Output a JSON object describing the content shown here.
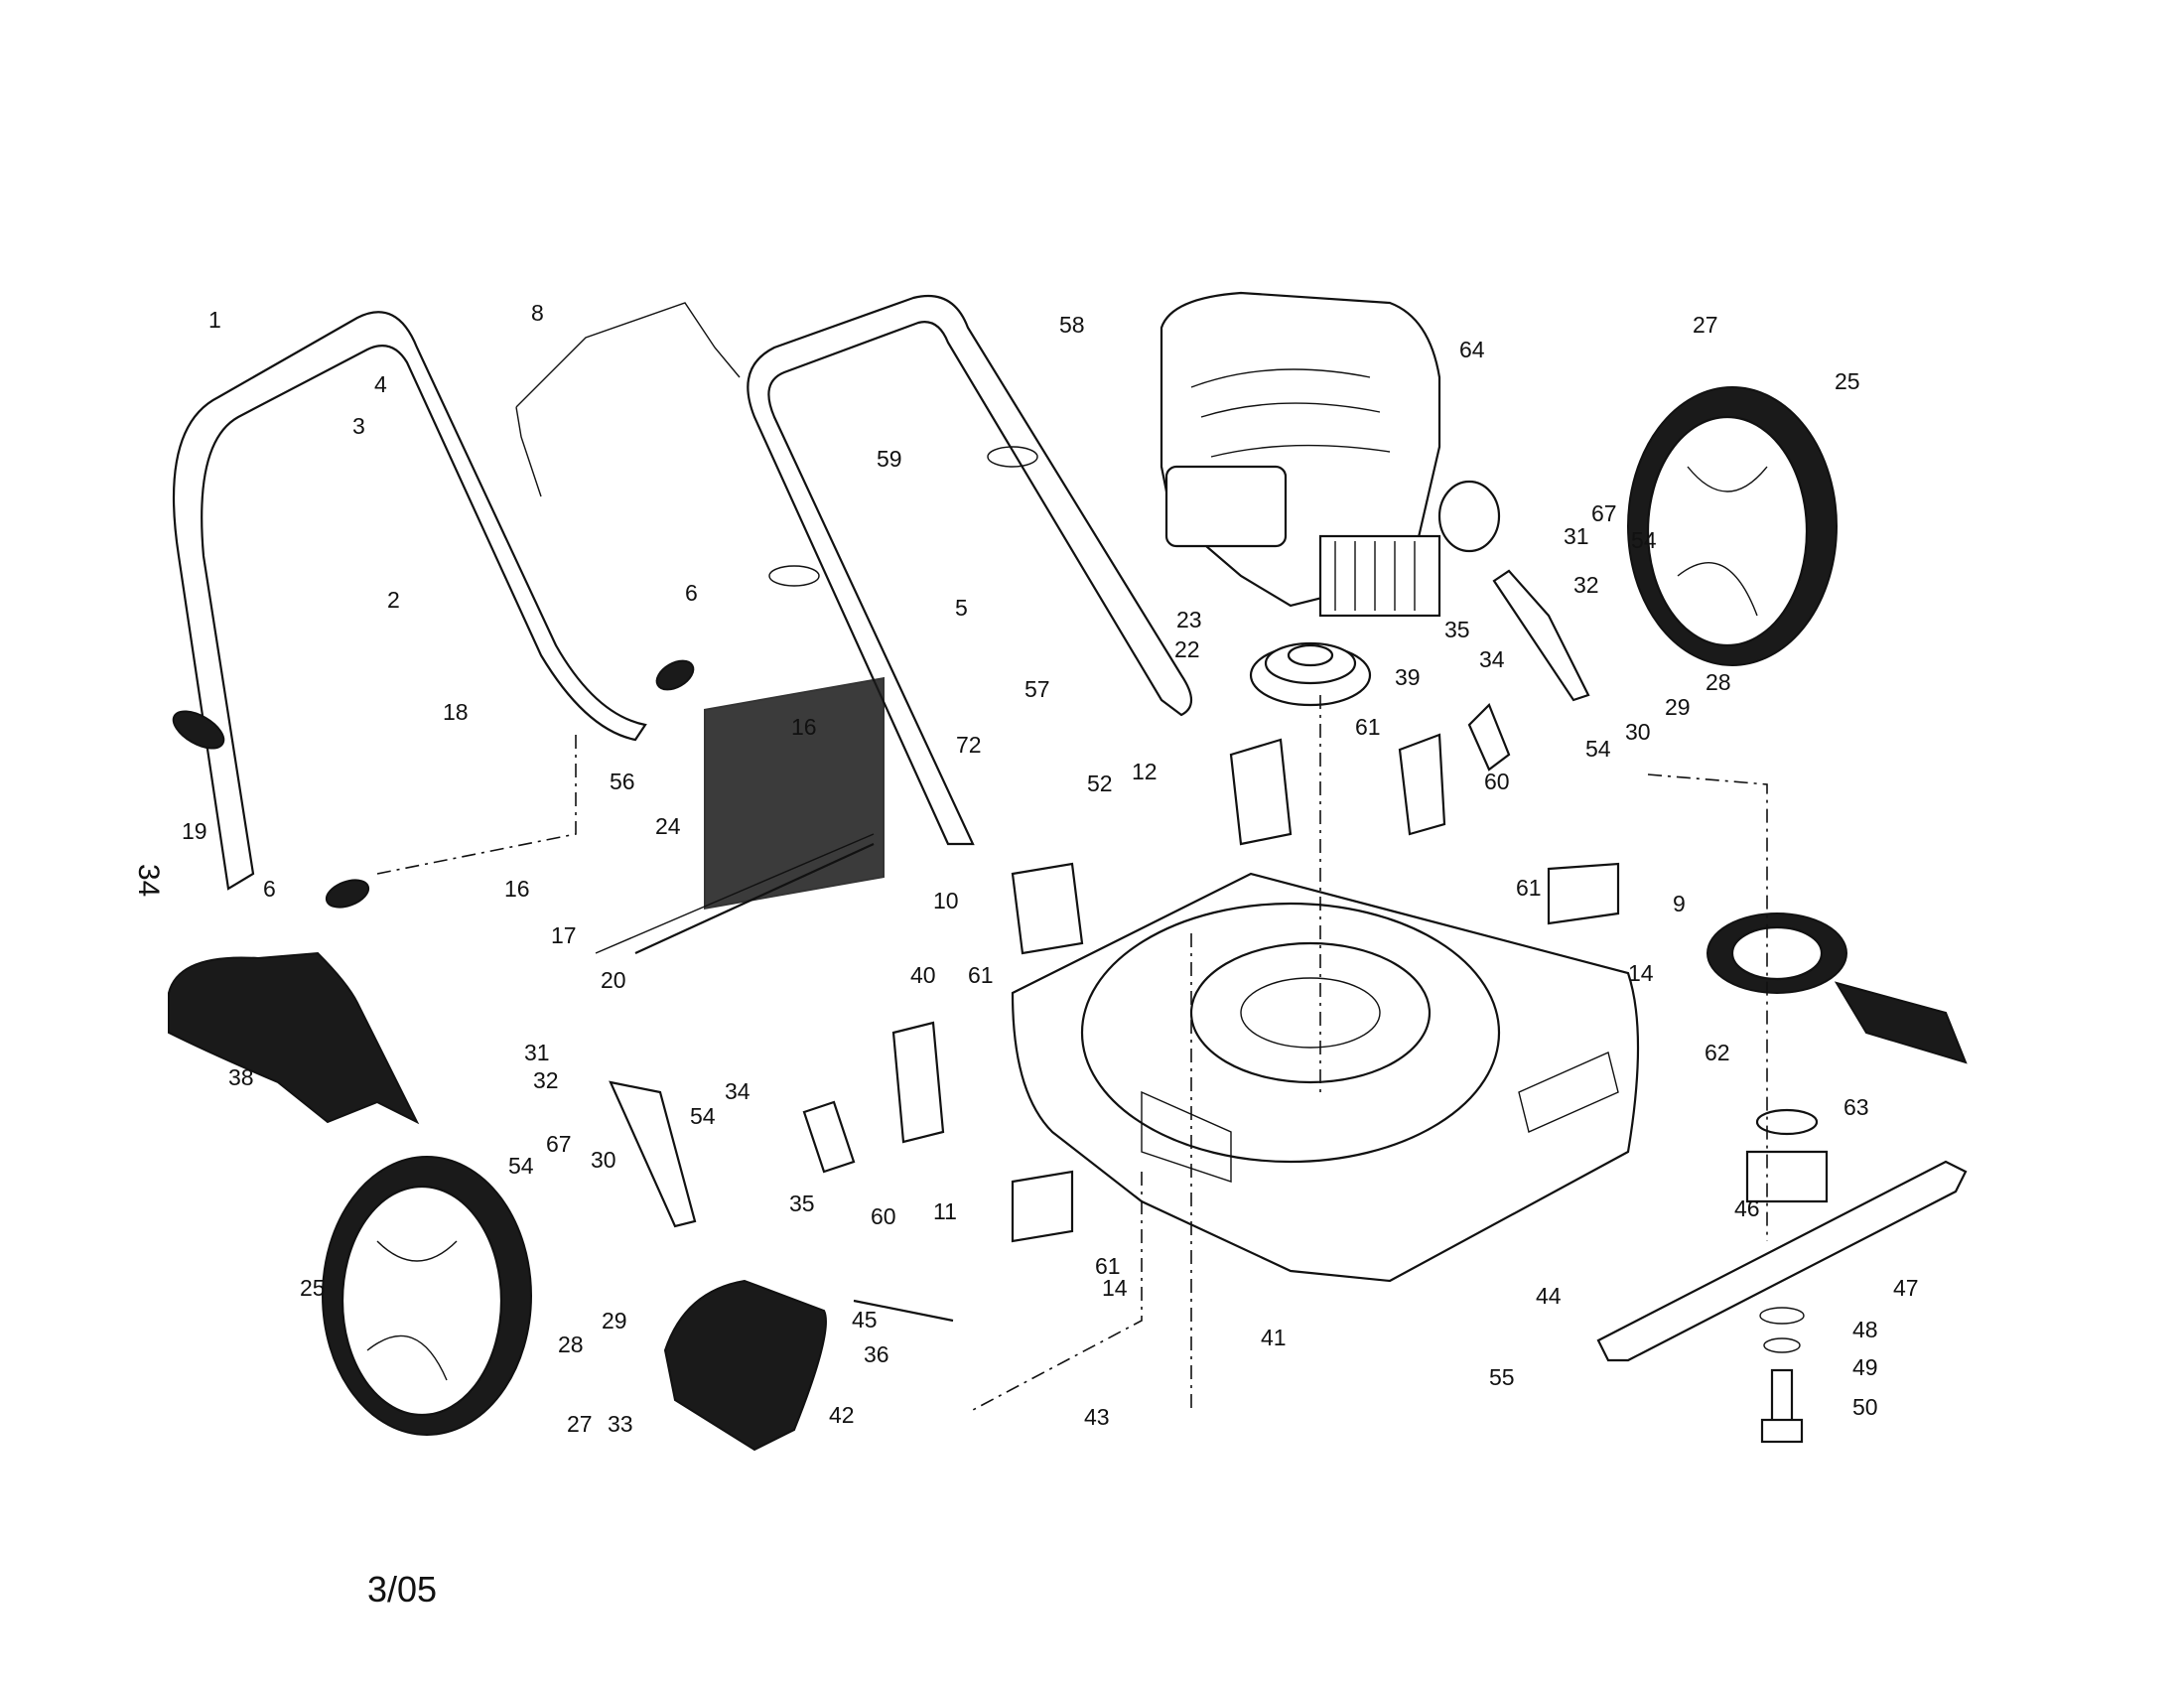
{
  "page_number": "34",
  "date_code": "3/05",
  "callouts": {
    "c1": "1",
    "c2": "2",
    "c3": "3",
    "c4": "4",
    "c5": "5",
    "c6a": "6",
    "c6b": "6",
    "c8": "8",
    "c9": "9",
    "c10": "10",
    "c11": "11",
    "c12": "12",
    "c14a": "14",
    "c14b": "14",
    "c16a": "16",
    "c16b": "16",
    "c17": "17",
    "c18": "18",
    "c19": "19",
    "c20": "20",
    "c22": "22",
    "c23": "23",
    "c24": "24",
    "c25a": "25",
    "c25b": "25",
    "c27a": "27",
    "c27b": "27",
    "c28a": "28",
    "c28b": "28",
    "c29a": "29",
    "c29b": "29",
    "c30a": "30",
    "c30b": "30",
    "c31a": "31",
    "c31b": "31",
    "c32a": "32",
    "c32b": "32",
    "c33": "33",
    "c34a": "34",
    "c34b": "34",
    "c35a": "35",
    "c35b": "35",
    "c36": "36",
    "c38": "38",
    "c39": "39",
    "c40": "40",
    "c41": "41",
    "c42": "42",
    "c43": "43",
    "c44": "44",
    "c45": "45",
    "c46": "46",
    "c47": "47",
    "c48": "48",
    "c49": "49",
    "c50": "50",
    "c52": "52",
    "c54a": "54",
    "c54b": "54",
    "c54c": "54",
    "c54d": "54",
    "c55": "55",
    "c56": "56",
    "c57": "57",
    "c58": "58",
    "c59": "59",
    "c60a": "60",
    "c60b": "60",
    "c61a": "61",
    "c61b": "61",
    "c61c": "61",
    "c61d": "61",
    "c62": "62",
    "c63": "63",
    "c64": "64",
    "c67a": "67",
    "c67b": "67",
    "c72": "72"
  }
}
